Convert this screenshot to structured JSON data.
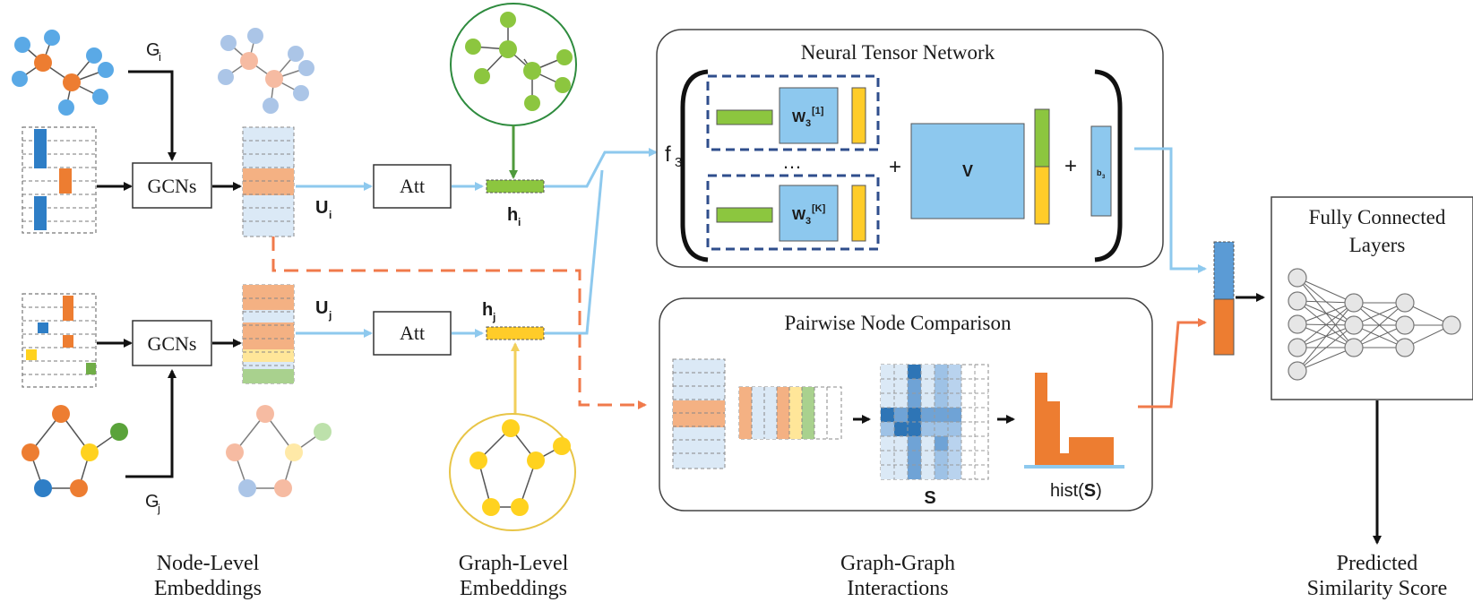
{
  "inputs": {
    "graph_i_label": "G",
    "graph_i_sub": "i",
    "graph_j_label": "G",
    "graph_j_sub": "j"
  },
  "blocks": {
    "gcn_top": "GCNs",
    "gcn_bottom": "GCNs",
    "att_top": "Att",
    "att_bottom": "Att"
  },
  "embeddings": {
    "u_i": "U",
    "u_i_sub": "i",
    "u_j": "U",
    "u_j_sub": "j",
    "h_i": "h",
    "h_i_sub": "i",
    "h_j": "h",
    "h_j_sub": "j"
  },
  "ntn": {
    "title": "Neural Tensor Network",
    "f3": "f",
    "f3_sub": "3",
    "w1": "W",
    "w1_sub": "3",
    "w1_sup": "[1]",
    "wk": "W",
    "wk_sub": "3",
    "wk_sup": "[K]",
    "ellipsis": "…",
    "plus1": "+",
    "v": "V",
    "plus2": "+",
    "b3": "b",
    "b3_sub": "3"
  },
  "pnc": {
    "title": "Pairwise Node Comparison",
    "s_label": "S",
    "hist_prefix": "hist(",
    "hist_s": "S",
    "hist_suffix": ")"
  },
  "fc": {
    "title_line1": "Fully Connected",
    "title_line2": "Layers"
  },
  "captions": {
    "node_level_1": "Node-Level",
    "node_level_2": "Embeddings",
    "graph_level_1": "Graph-Level",
    "graph_level_2": "Embeddings",
    "graph_graph_1": "Graph-Graph",
    "graph_graph_2": "Interactions",
    "predicted_1": "Predicted",
    "predicted_2": "Similarity Score"
  },
  "colors": {
    "node_blue": "#5aa9e6",
    "node_orange": "#ed7d31",
    "node_green": "#70ad47",
    "node_yellow": "#ffd21f",
    "embed_green": "#8cc63f",
    "embed_yellow": "#ffcc29",
    "panel_blue": "#8dc8ee",
    "arrow_blue": "#8ec9ee",
    "arrow_orange": "#f07a4b",
    "matrix_bg": "#dbe9f6",
    "dark_blue": "#2e75b6",
    "dash_navy": "#2f4e8c"
  }
}
